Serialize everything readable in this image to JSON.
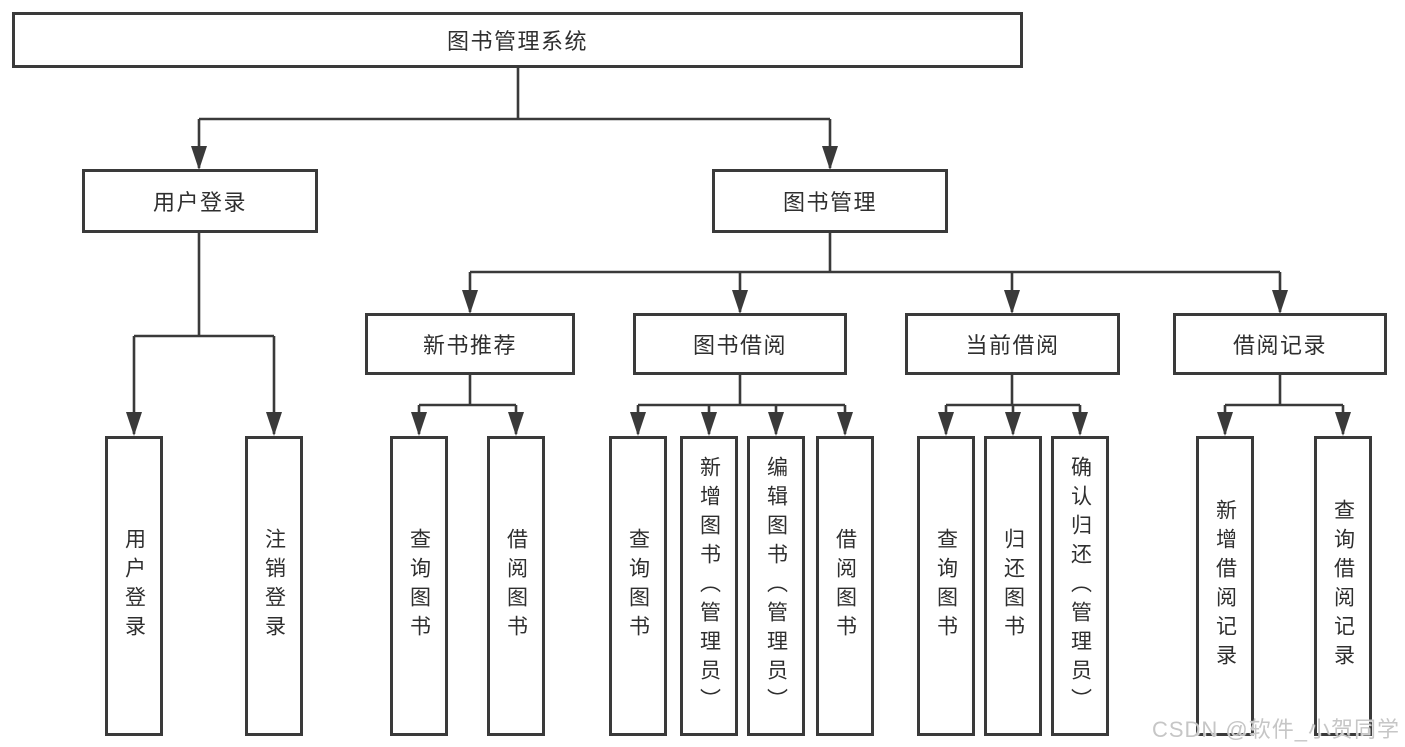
{
  "tree": {
    "label": "图书管理系统",
    "children": [
      {
        "label": "用户登录",
        "children": [
          {
            "label": "用户登录"
          },
          {
            "label": "注销登录"
          }
        ]
      },
      {
        "label": "图书管理",
        "children": [
          {
            "label": "新书推荐",
            "children": [
              {
                "label": "查询图书"
              },
              {
                "label": "借阅图书"
              }
            ]
          },
          {
            "label": "图书借阅",
            "children": [
              {
                "label": "查询图书"
              },
              {
                "label": "新增图书（管理员）"
              },
              {
                "label": "编辑图书（管理员）"
              },
              {
                "label": "借阅图书"
              }
            ]
          },
          {
            "label": "当前借阅",
            "children": [
              {
                "label": "查询图书"
              },
              {
                "label": "归还图书"
              },
              {
                "label": "确认归还（管理员）"
              }
            ]
          },
          {
            "label": "借阅记录",
            "children": [
              {
                "label": "新增借阅记录"
              },
              {
                "label": "查询借阅记录"
              }
            ]
          }
        ]
      }
    ]
  },
  "watermark": {
    "text": "CSDN @软件_小贺同学"
  },
  "colors": {
    "line": "#3a3a3a",
    "text": "#2f2f2f",
    "watermark": "#c6c6c6",
    "background": "#ffffff"
  }
}
